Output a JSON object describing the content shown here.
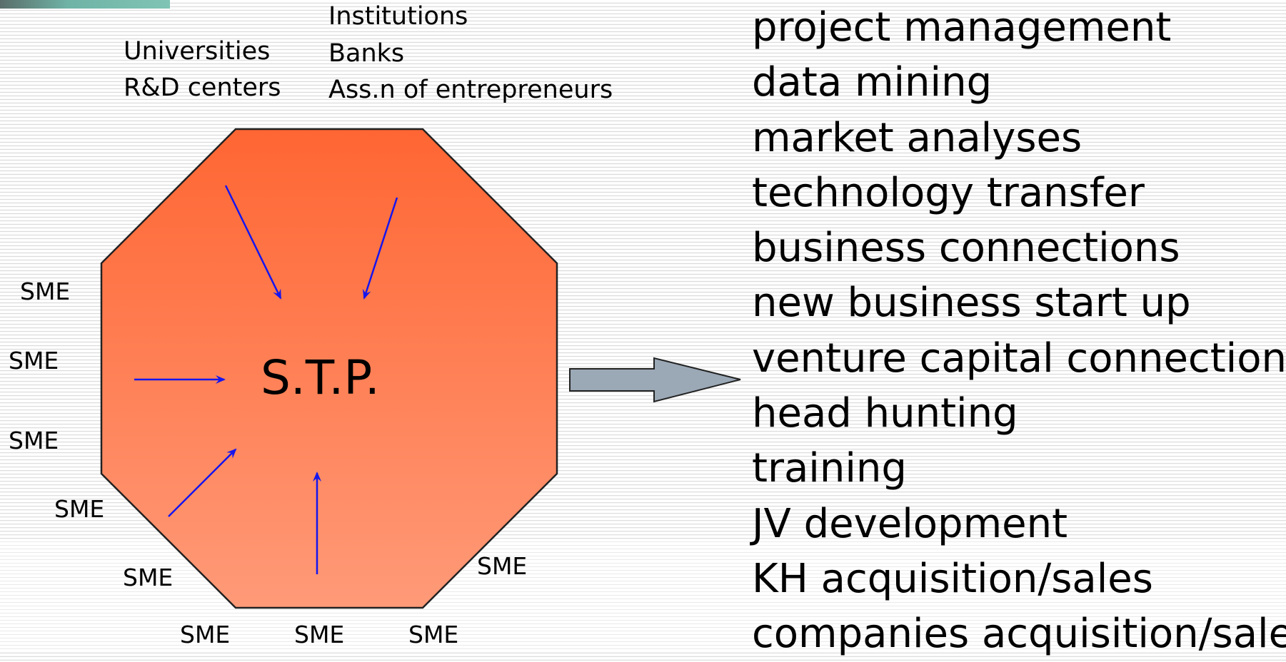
{
  "top_labels": {
    "left_group": [
      "Universities",
      "R&D centers"
    ],
    "right_group": [
      "Institutions",
      "Banks",
      "Ass.n of entrepreneurs"
    ]
  },
  "center_label": "S.T.P.",
  "sme_labels": [
    "SME",
    "SME",
    "SME",
    "SME",
    "SME",
    "SME",
    "SME",
    "SME",
    "SME"
  ],
  "services": [
    "project management",
    "data mining",
    "market analyses",
    "technology transfer",
    "business connections",
    "new business start up",
    "venture capital connections",
    "head hunting",
    "training",
    "JV development",
    "KH acquisition/sales",
    "companies acquisition/sales"
  ],
  "colors": {
    "octagon_top": "#ff6633",
    "octagon_bottom": "#ff9a78",
    "arrow_color": "#1515ee",
    "big_arrow_fill": "#9ba8b6"
  }
}
